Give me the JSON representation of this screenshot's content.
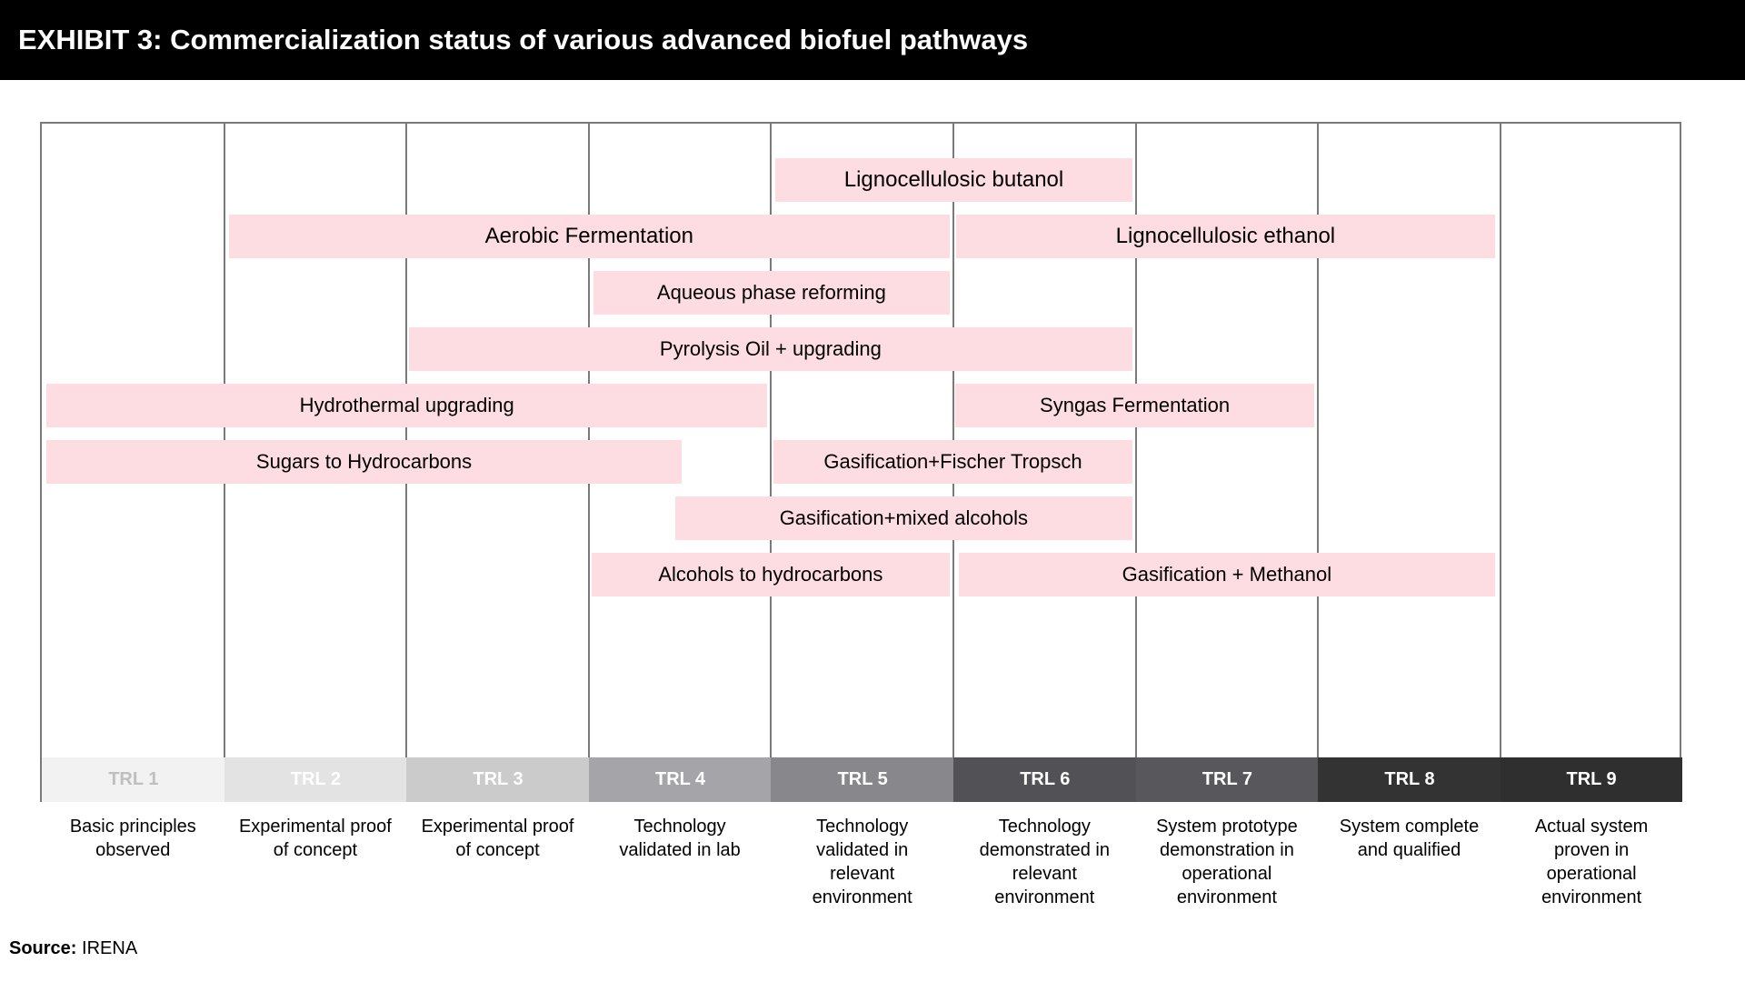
{
  "header": {
    "title": "EXHIBIT 3: Commercialization status of various advanced biofuel pathways"
  },
  "pathways": [
    {
      "label": "Lignocellulosic butanol",
      "trl_start": 5,
      "trl_end": 6
    },
    {
      "label": "Aerobic Fermentation",
      "trl_start": 2,
      "trl_end": 5
    },
    {
      "label": "Lignocellulosic ethanol",
      "trl_start": 6,
      "trl_end": 8
    },
    {
      "label": "Aqueous phase reforming",
      "trl_start": 4,
      "trl_end": 5
    },
    {
      "label": "Pyrolysis Oil + upgrading",
      "trl_start": 3,
      "trl_end": 6
    },
    {
      "label": "Hydrothermal upgrading",
      "trl_start": 1,
      "trl_end": 4
    },
    {
      "label": "Syngas Fermentation",
      "trl_start": 6,
      "trl_end": 7
    },
    {
      "label": "Sugars to Hydrocarbons",
      "trl_start": 1,
      "trl_end": 4
    },
    {
      "label": "Gasification+Fischer Tropsch",
      "trl_start": 5,
      "trl_end": 6
    },
    {
      "label": "Gasification+mixed alcohols",
      "trl_start": 4,
      "trl_end": 6
    },
    {
      "label": "Alcohols to hydrocarbons",
      "trl_start": 4,
      "trl_end": 5
    },
    {
      "label": "Gasification + Methanol",
      "trl_start": 6,
      "trl_end": 8
    }
  ],
  "trl_levels": [
    {
      "label": "TRL 1",
      "bg": "#f2f2f2",
      "fg": "#bfbfbf",
      "desc": "Basic principles\nobserved"
    },
    {
      "label": "TRL 2",
      "bg": "#e3e3e3",
      "fg": "#ffffff",
      "desc": "Experimental proof\nof concept"
    },
    {
      "label": "TRL 3",
      "bg": "#cbcbcb",
      "fg": "#ffffff",
      "desc": "Experimental proof\nof concept"
    },
    {
      "label": "TRL 4",
      "bg": "#a5a4a9",
      "fg": "#ffffff",
      "desc": "Technology\nvalidated in lab"
    },
    {
      "label": "TRL 5",
      "bg": "#88878c",
      "fg": "#ffffff",
      "desc": "Technology\nvalidated in\nrelevant\nenvironment"
    },
    {
      "label": "TRL 6",
      "bg": "#525156",
      "fg": "#ffffff",
      "desc": "Technology\ndemonstrated in\nrelevant\nenvironment"
    },
    {
      "label": "TRL 7",
      "bg": "#58575c",
      "fg": "#ffffff",
      "desc": "System prototype\ndemonstration in\noperational\nenvironment"
    },
    {
      "label": "TRL 8",
      "bg": "#333333",
      "fg": "#ffffff",
      "desc": "System complete\nand qualified"
    },
    {
      "label": "TRL 9",
      "bg": "#2f2f2f",
      "fg": "#ffffff",
      "desc": "Actual system\nproven in\noperational\nenvironment"
    }
  ],
  "source": {
    "label": "Source:",
    "text": "IRENA"
  },
  "colors": {
    "bar": "#fddde2",
    "grid": "#7a7a7a",
    "header_bg": "#000000"
  }
}
